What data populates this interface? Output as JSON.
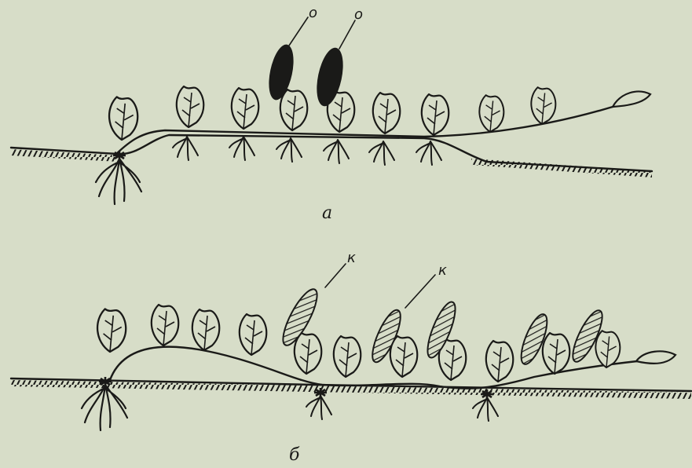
{
  "panels": [
    {
      "id": "a",
      "caption": "а",
      "callout_label": "о"
    },
    {
      "id": "b",
      "caption": "б",
      "callout_label": "к"
    }
  ],
  "colors": {
    "background": "#d7ddc8",
    "ink": "#1a1a18"
  },
  "icons": [
    "plant-rosette-icon",
    "root-cluster-icon",
    "tuber-icon",
    "hatched-tuber-icon",
    "stolon-tip-icon"
  ]
}
